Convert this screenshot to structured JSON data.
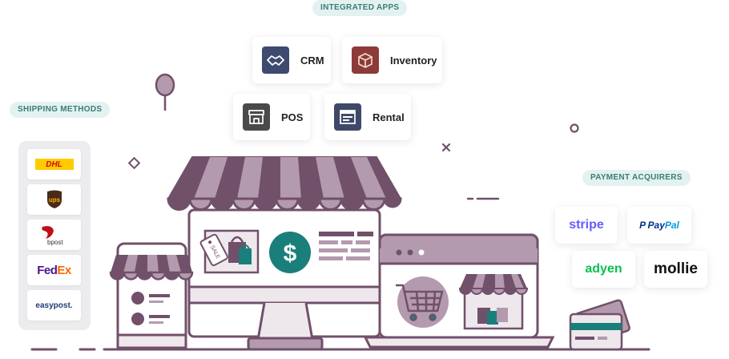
{
  "sections": {
    "integrated_apps": "INTEGRATED APPS",
    "shipping_methods": "SHIPPING METHODS",
    "payment_acquirers": "PAYMENT ACQUIRERS"
  },
  "apps": [
    {
      "label": "CRM",
      "icon": "handshake-icon"
    },
    {
      "label": "Inventory",
      "icon": "box-icon"
    },
    {
      "label": "POS",
      "icon": "store-icon"
    },
    {
      "label": "Rental",
      "icon": "window-icon"
    }
  ],
  "shipping": [
    {
      "name": "DHL",
      "logo_text": "DHL",
      "color": "#d40511",
      "bg": "#ffcc00"
    },
    {
      "name": "UPS",
      "logo_text": "ups",
      "color": "#4b2a1a",
      "bg": "#ffb500"
    },
    {
      "name": "bpost",
      "logo_text": "bpost",
      "color": "#c20e1a"
    },
    {
      "name": "FedEx",
      "logo_text_1": "Fed",
      "logo_text_2": "Ex",
      "color_1": "#4d148c",
      "color_2": "#ff6600"
    },
    {
      "name": "easypost",
      "logo_text": "easypost.",
      "color": "#1f3b73"
    }
  ],
  "payments": [
    {
      "name": "stripe",
      "logo_text": "stripe",
      "color": "#635bff"
    },
    {
      "name": "PayPal",
      "logo_text_1": "Pay",
      "logo_text_2": "Pal",
      "color_1": "#003087",
      "color_2": "#009cde"
    },
    {
      "name": "adyen",
      "logo_text": "adyen",
      "color": "#0abf53"
    },
    {
      "name": "mollie",
      "logo_text": "mollie",
      "color": "#111111"
    }
  ],
  "illustration": {
    "price_symbol": "$",
    "tag_text": "SALE",
    "colors": {
      "primary": "#71506a",
      "light": "#b49aaf",
      "pale": "#eee8ed",
      "teal": "#1a7f7a",
      "accent_bg": "#e3f2f0"
    }
  }
}
